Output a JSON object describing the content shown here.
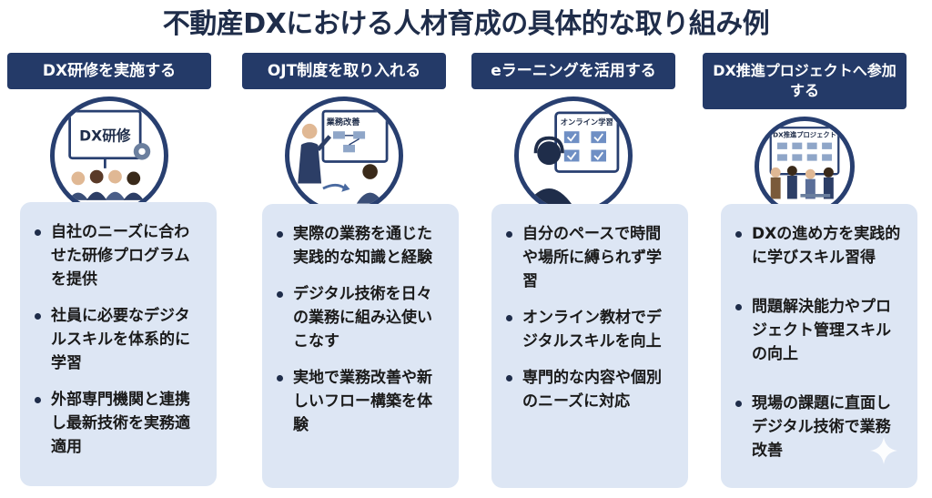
{
  "title": "不動産DXにおける人材育成の具体的な取り組み例",
  "columns": [
    {
      "header": "DX研修を実施する",
      "illustration_label": "DX研修",
      "illustration_icon": "training-presentation-icon",
      "bullets": [
        "自社のニーズに合わせた研修プログラムを提供",
        "社員に必要なデジタルスキルを体系的に学習",
        "外部専門機関と連携し最新技術を実務適適用"
      ]
    },
    {
      "header": "OJT制度を取り入れる",
      "illustration_label": "業務改善",
      "illustration_icon": "ojt-mentoring-icon",
      "bullets": [
        "実際の業務を通じた実践的な知識と経験",
        "デジタル技術を日々の業務に組み込使いこなす",
        "実地で業務改善や新しいフロー構築を体験"
      ]
    },
    {
      "header": "eラーニングを活用する",
      "illustration_label": "オンライン学習",
      "illustration_icon": "elearning-headset-icon",
      "bullets": [
        "自分のペースで時間や場所に縛られず学習",
        "オンライン教材でデジタルスキルを向上",
        "専門的な内容や個別のニーズに対応"
      ]
    },
    {
      "header": "DX推進プロジェクトへ参加する",
      "illustration_label": "DX推進プロジェクト",
      "illustration_icon": "project-team-icon",
      "bullets": [
        "DXの進め方を実践的に学びスキル習得",
        "問題解決能力やプロジェクト管理スキルの向上",
        "現場の課題に直面しデジタル技術で業務改善"
      ]
    }
  ],
  "colors": {
    "navy": "#243a68",
    "card": "#dde6f4",
    "title": "#1f2d4a"
  }
}
